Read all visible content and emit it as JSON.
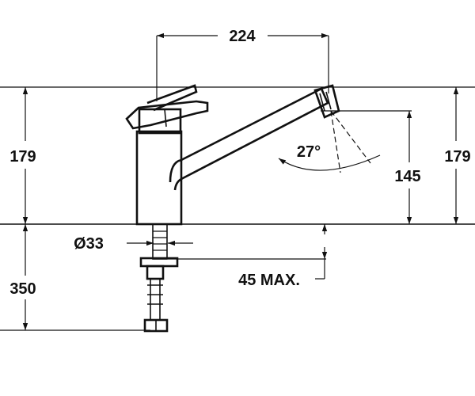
{
  "dimensions": {
    "spout_reach": "224",
    "height_left": "179",
    "height_right": "179",
    "outlet_height": "145",
    "tail_length": "350",
    "diameter": "Ø33",
    "max_deck": "45 MAX.",
    "swivel_angle": "27°"
  },
  "colors": {
    "line": "#111111",
    "background": "#ffffff"
  }
}
